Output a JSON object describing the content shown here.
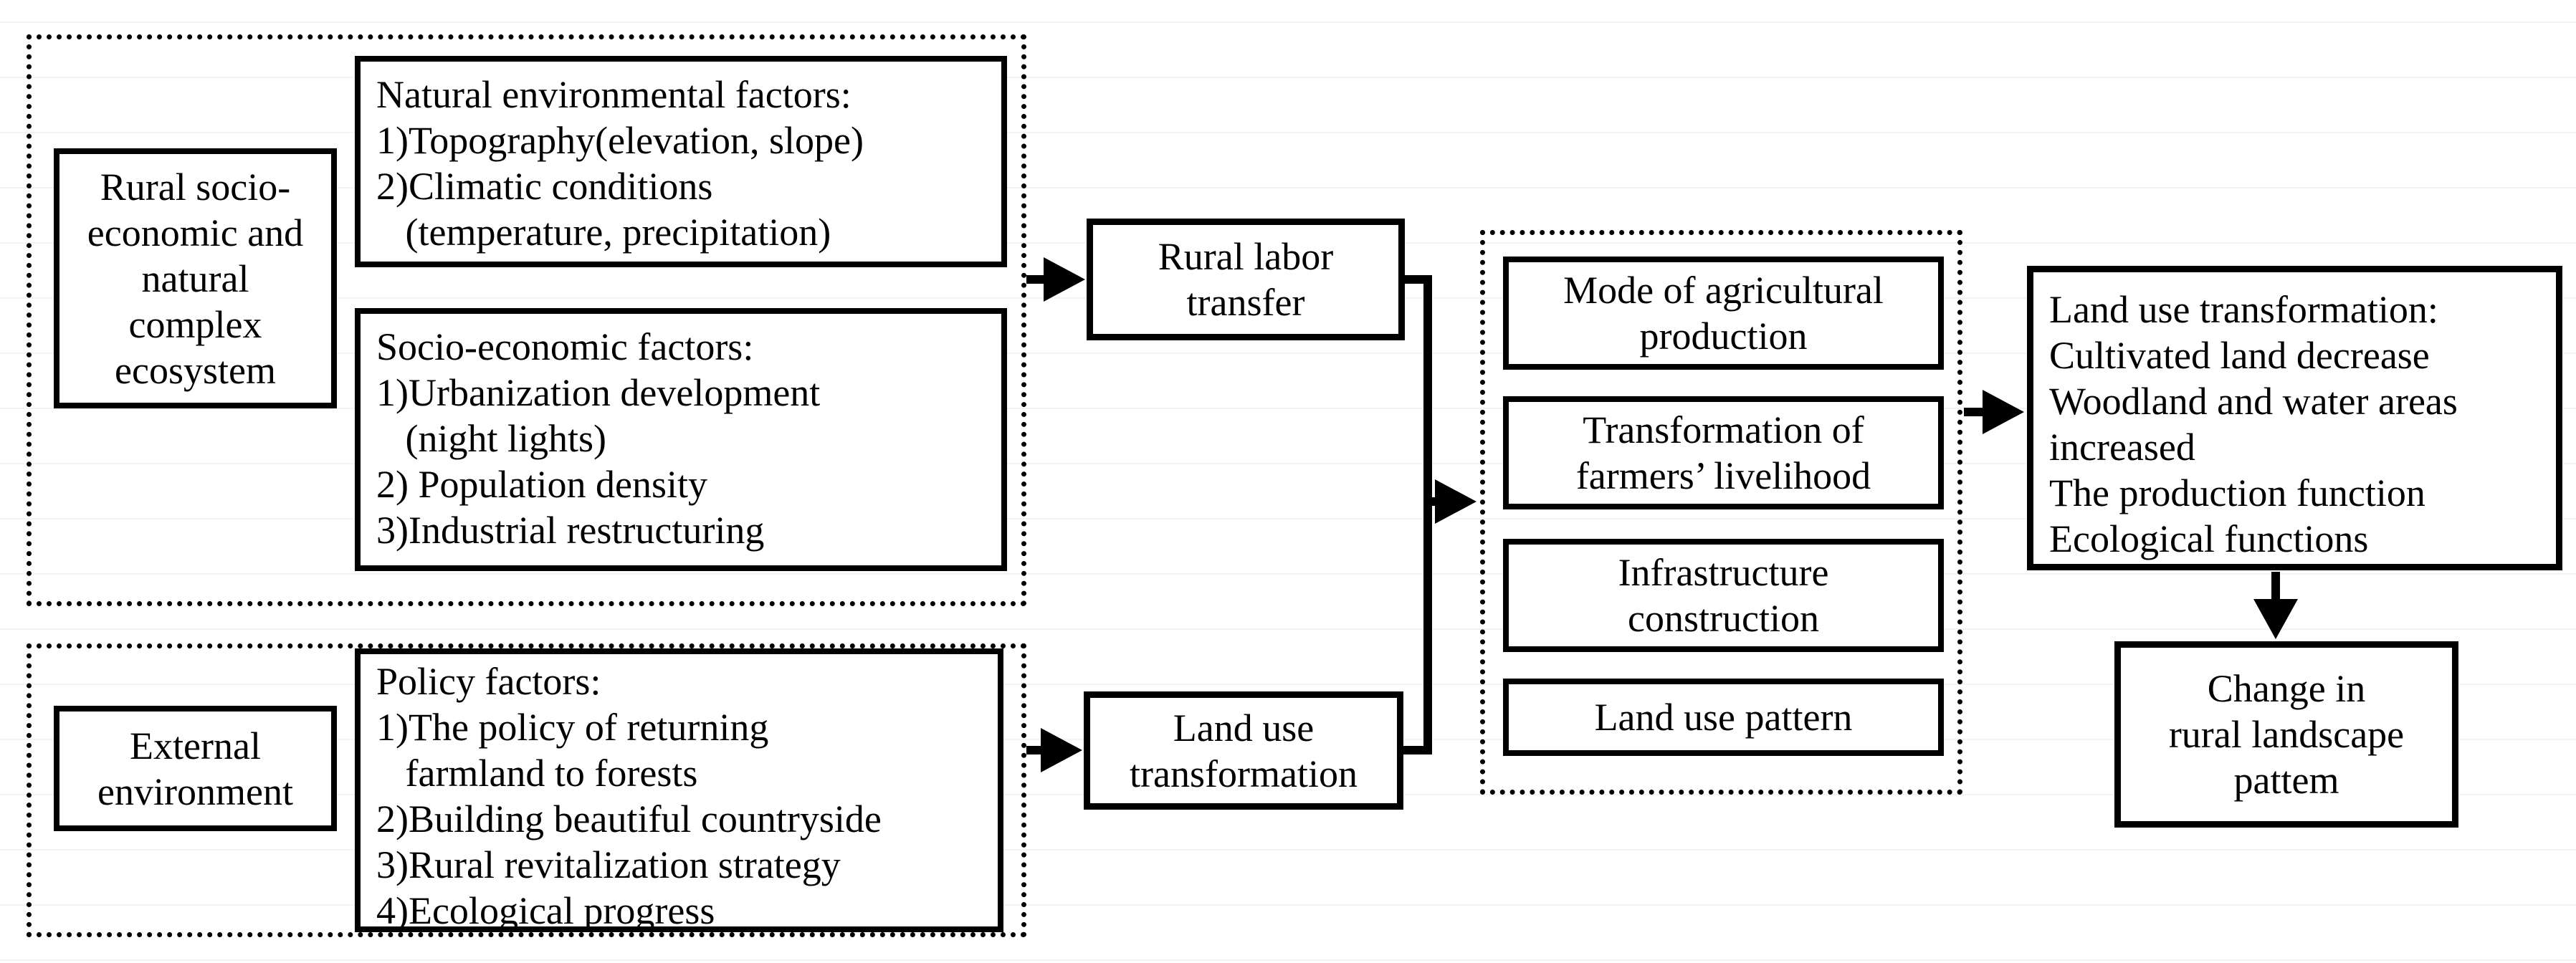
{
  "colors": {
    "ink": "#000000",
    "paper": "#ffffff"
  },
  "groups": {
    "ecosystem": {
      "label_box": {
        "lines": [
          "Rural socio-",
          "economic and",
          "natural",
          "complex",
          "ecosystem"
        ]
      },
      "natural_env": {
        "lines": [
          "Natural environmental factors:",
          "1)Topography(elevation, slope)",
          "2)Climatic conditions",
          "   (temperature, precipitation)"
        ]
      },
      "socio_economic": {
        "lines": [
          "Socio-economic factors:",
          "1)Urbanization development",
          "   (night lights)",
          "2) Population density",
          "3)Industrial restructuring"
        ]
      }
    },
    "external": {
      "label_box": {
        "lines": [
          "External",
          "environment"
        ]
      },
      "policy": {
        "lines": [
          "Policy factors:",
          "1)The policy of returning",
          "   farmland to forests",
          "2)Building beautiful countryside",
          "3)Rural revitalization strategy",
          "4)Ecological progress"
        ]
      }
    },
    "process": {
      "rural_labor_transfer": {
        "lines": [
          "Rural labor",
          "transfer"
        ]
      },
      "land_use_transformation": {
        "lines": [
          "Land use",
          "transformation"
        ]
      }
    },
    "outcomes": {
      "mode_agricultural_production": {
        "lines": [
          "Mode of agricultural",
          "production"
        ]
      },
      "transformation_farmers_livelihood": {
        "lines": [
          "Transformation of",
          "farmers’ livelihood"
        ]
      },
      "infrastructure_construction": {
        "lines": [
          "Infrastructure",
          "construction"
        ]
      },
      "land_use_pattern": {
        "lines": [
          "Land use pattern"
        ]
      }
    },
    "results": {
      "land_use_transformation_summary": {
        "lines": [
          "Land use transformation:",
          "Cultivated land decrease",
          "Woodland and water areas",
          "increased",
          "The production function",
          "Ecological functions"
        ]
      },
      "change_rural_landscape": {
        "lines": [
          "Change in",
          "rural landscape",
          "pattem"
        ]
      }
    }
  }
}
